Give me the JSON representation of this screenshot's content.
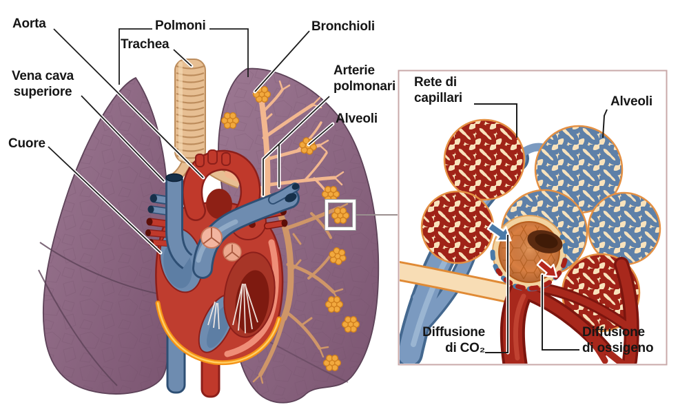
{
  "figure": {
    "title_semantic": "Apparato respiratorio e circolatorio - diagramma anatomico",
    "labels": {
      "aorta": "Aorta",
      "polmoni": "Polmoni",
      "trachea": "Trachea",
      "bronchioli": "Bronchioli",
      "vena_cava": [
        "Vena cava",
        "superiore"
      ],
      "cuore": "Cuore",
      "arterie_polmonari": [
        "Arterie",
        "polmonari"
      ],
      "alveoli": "Alveoli"
    },
    "inset": {
      "rete_capillari": [
        "Rete di",
        "capillari"
      ],
      "alveoli": "Alveoli",
      "diffusione_co2": [
        "Diffusione",
        "di CO₂"
      ],
      "diffusione_ossigeno": [
        "Diffusione",
        "di ossigeno"
      ]
    },
    "colors": {
      "background": "#ffffff",
      "lung": "#85607c",
      "lung_outline": "#5d4258",
      "bronchi_salmon": "#f2b78f",
      "bronchi_brown": "#cf9668",
      "alveoli_orange": "#f2a93e",
      "heart_red": "#bf3d2f",
      "heart_dark": "#8c1f1a",
      "vein_blue": "#6e8cb0",
      "artery_red": "#a8281c",
      "capillary_cream": "#f8e2bc",
      "trachea_tan": "#e7bf93",
      "pericardium_orange": "#f59216",
      "inset_border": "#c9a9a9",
      "label_text": "#161616"
    }
  }
}
